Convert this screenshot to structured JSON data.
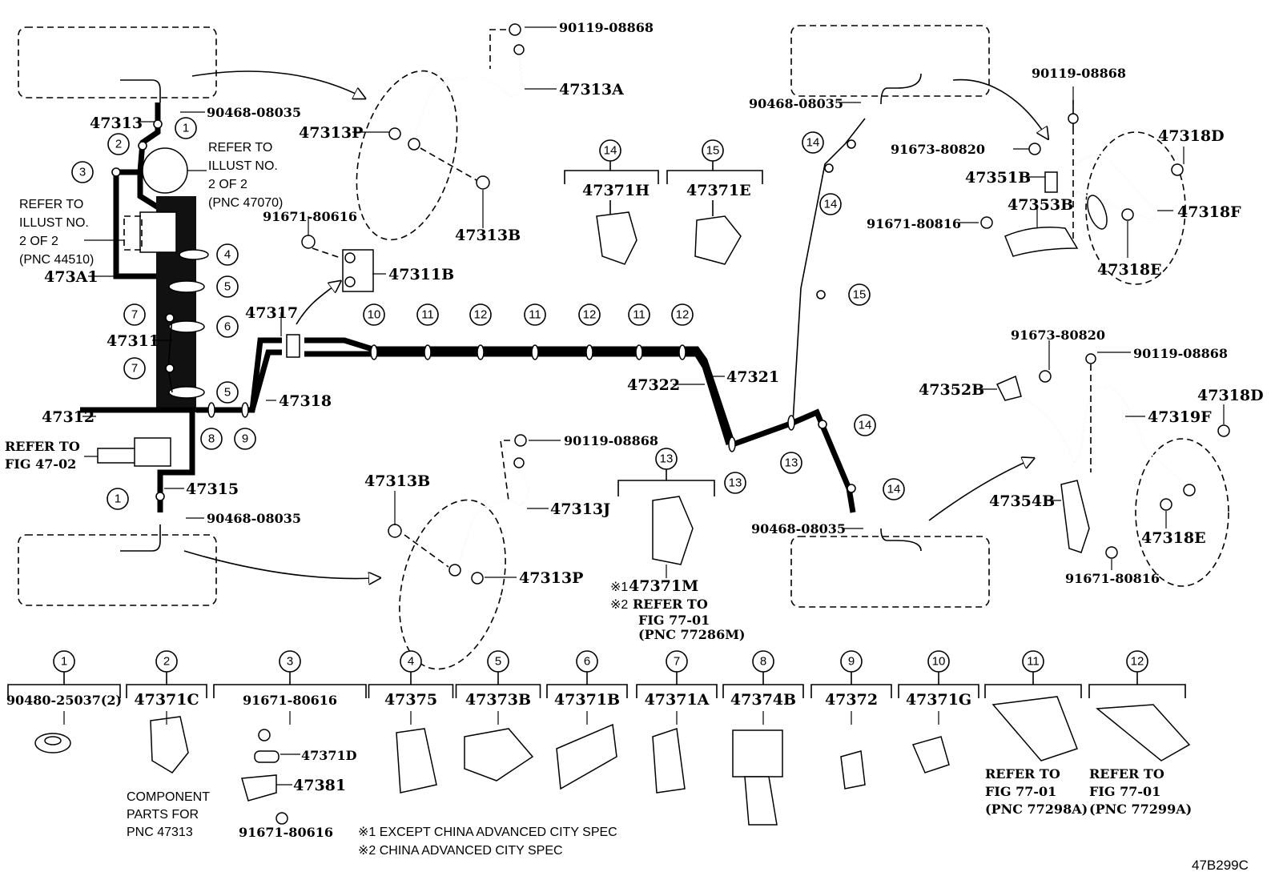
{
  "diagram": {
    "figure_code": "47B299C",
    "labels": {
      "p47313": "47313",
      "p90468_top": "90468-08035",
      "refer_47070": [
        "REFER TO",
        "ILLUST NO.",
        "2 OF 2",
        "(PNC 47070)"
      ],
      "refer_44510": [
        "REFER TO",
        "ILLUST NO.",
        "2 OF 2",
        "(PNC 44510)"
      ],
      "p473A1": "473A1",
      "p47311": "47311",
      "p47312": "47312",
      "refer_4702": [
        "REFER TO",
        "FIG 47-02"
      ],
      "p47315": "47315",
      "p90468_bottom": "90468-08035",
      "p47317": "47317",
      "p47318": "47318",
      "p91671_80616_top": "91671-80616",
      "p47311B": "47311B",
      "p90119_fl": "90119-08868",
      "p47313A": "47313A",
      "p47313P_fl": "47313P",
      "p47313B_fl": "47313B",
      "p47322": "47322",
      "p47321": "47321",
      "p90119_fr": "90119-08868",
      "p47313J": "47313J",
      "p47313B_fr": "47313B",
      "p47313P_fr": "47313P",
      "p47371M": "47371M",
      "note1_mark": "※1",
      "note2_mark": "※2",
      "refer_77286M": [
        "REFER TO",
        "FIG 77-01",
        "(PNC 77286M)"
      ],
      "p90468_rl": "90468-08035",
      "p90119_rl": "90119-08868",
      "p91673_rl": "91673-80820",
      "p47351B": "47351B",
      "p47353B": "47353B",
      "p91671_80816_rl": "91671-80816",
      "p47318D_rl": "47318D",
      "p47318F": "47318F",
      "p47318E_rl": "47318E",
      "p91673_rr": "91673-80820",
      "p90119_rr": "90119-08868",
      "p47352B": "47352B",
      "p47319F": "47319F",
      "p47318D_rr": "47318D",
      "p47354B": "47354B",
      "p47318E_rr": "47318E",
      "p91671_80816_rr": "91671-80816",
      "p90468_rr": "90468-08035"
    },
    "clip_groups_upper": [
      {
        "num": "14",
        "part": "47371H"
      },
      {
        "num": "15",
        "part": "47371E"
      }
    ],
    "clip_group_13": {
      "num": "13"
    },
    "legend": [
      {
        "num": "1",
        "part": "90480-25037(2)"
      },
      {
        "num": "2",
        "part": "47371C",
        "note": [
          "COMPONENT",
          "PARTS FOR",
          "PNC 47313"
        ]
      },
      {
        "num": "3",
        "part": "91671-80616",
        "sub": [
          "47371D",
          "47381",
          "91671-80616"
        ]
      },
      {
        "num": "4",
        "part": "47375"
      },
      {
        "num": "5",
        "part": "47373B"
      },
      {
        "num": "6",
        "part": "47371B"
      },
      {
        "num": "7",
        "part": "47371A"
      },
      {
        "num": "8",
        "part": "47374B"
      },
      {
        "num": "9",
        "part": "47372"
      },
      {
        "num": "10",
        "part": "47371G"
      },
      {
        "num": "11",
        "part": "",
        "note": [
          "REFER TO",
          "FIG 77-01",
          "(PNC 77298A)"
        ]
      },
      {
        "num": "12",
        "part": "",
        "note": [
          "REFER TO",
          "FIG 77-01",
          "(PNC 77299A)"
        ]
      }
    ],
    "footnotes": [
      "※1 EXCEPT CHINA ADVANCED CITY SPEC",
      "※2 CHINA ADVANCED CITY SPEC"
    ],
    "callouts": {
      "c1a": "1",
      "c2": "2",
      "c3": "3",
      "c4": "4",
      "c5a": "5",
      "c6": "6",
      "c7a": "7",
      "c7b": "7",
      "c5b": "5",
      "c8": "8",
      "c9": "9",
      "c1b": "1",
      "c10": "10",
      "c11a": "11",
      "c12a": "12",
      "c11b": "11",
      "c12b": "12",
      "c11c": "11",
      "c12c": "12",
      "c13a": "13",
      "c13b": "13",
      "c14a": "14",
      "c14b": "14",
      "c15": "15",
      "c14c": "14",
      "c14d": "14"
    }
  }
}
